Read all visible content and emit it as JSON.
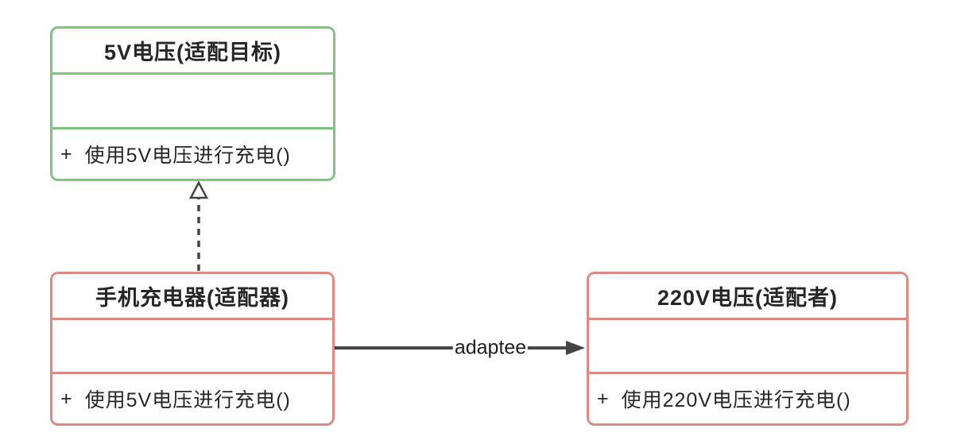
{
  "classes": {
    "target": {
      "name": "5V电压(适配目标)",
      "attributes": "",
      "method": {
        "visibility": "+",
        "signature": "使用5V电压进行充电()"
      },
      "border_color": "#7EC57F"
    },
    "adapter": {
      "name": "手机充电器(适配器)",
      "attributes": "",
      "method": {
        "visibility": "+",
        "signature": "使用5V电压进行充电()"
      },
      "border_color": "#DD8A84"
    },
    "adaptee": {
      "name": "220V电压(适配者)",
      "attributes": "",
      "method": {
        "visibility": "+",
        "signature": "使用220V电压进行充电()"
      },
      "border_color": "#DD8A84"
    }
  },
  "relations": {
    "realization": {
      "from": "手机充电器(适配器)",
      "to": "5V电压(适配目标)",
      "line_style": "dashed",
      "arrowhead": "hollow-triangle",
      "label": ""
    },
    "association": {
      "from": "手机充电器(适配器)",
      "to": "220V电压(适配者)",
      "line_style": "solid",
      "arrowhead": "filled-arrow",
      "label": "adaptee"
    }
  },
  "colors": {
    "target_border": "#7EC57F",
    "adapter_border": "#DD8A84",
    "adaptee_border": "#DD8A84",
    "connector": "#454545",
    "text": "#262626",
    "background": "#FFFFFF"
  }
}
